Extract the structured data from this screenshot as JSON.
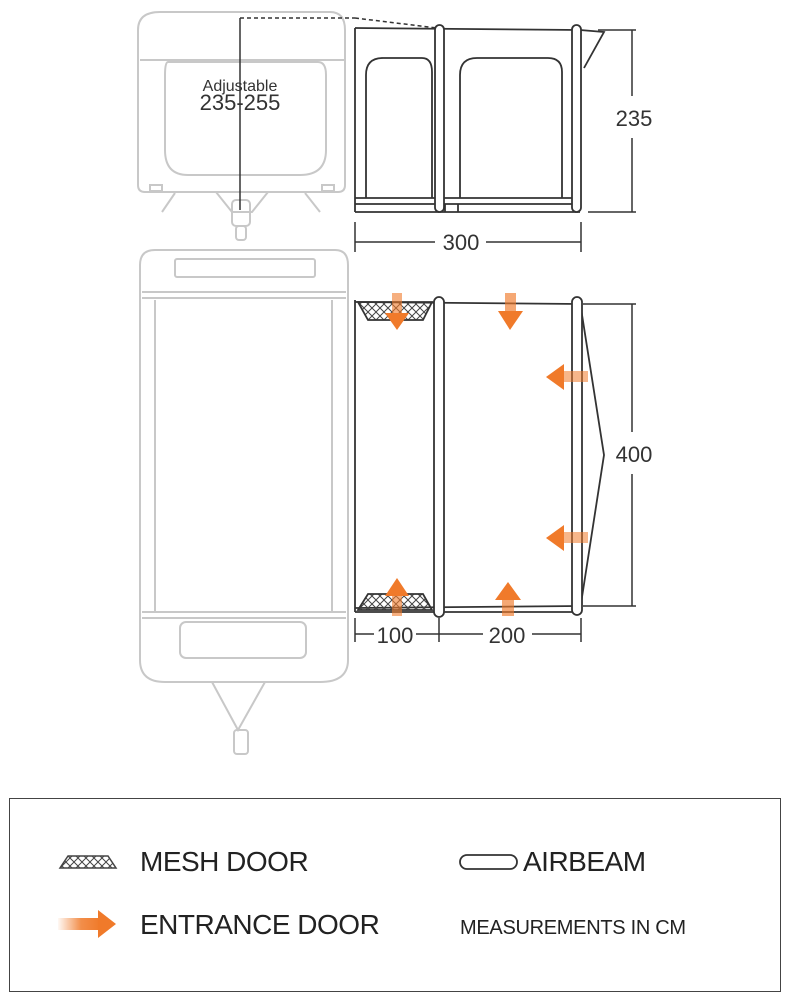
{
  "diagram": {
    "adjustable_label": "Adjustable",
    "adjustable_range": "235-255",
    "height_dim": "235",
    "width_dim": "300",
    "depth_dim": "400",
    "left_section_dim": "100",
    "right_section_dim": "200"
  },
  "legend": {
    "mesh_door": "MESH DOOR",
    "airbeam": "AIRBEAM",
    "entrance_door": "ENTRANCE DOOR",
    "units_note": "MEASUREMENTS IN CM"
  },
  "colors": {
    "arrow": "#f07a2a",
    "caravan_outline": "#c8c8c8",
    "line": "#333333"
  }
}
